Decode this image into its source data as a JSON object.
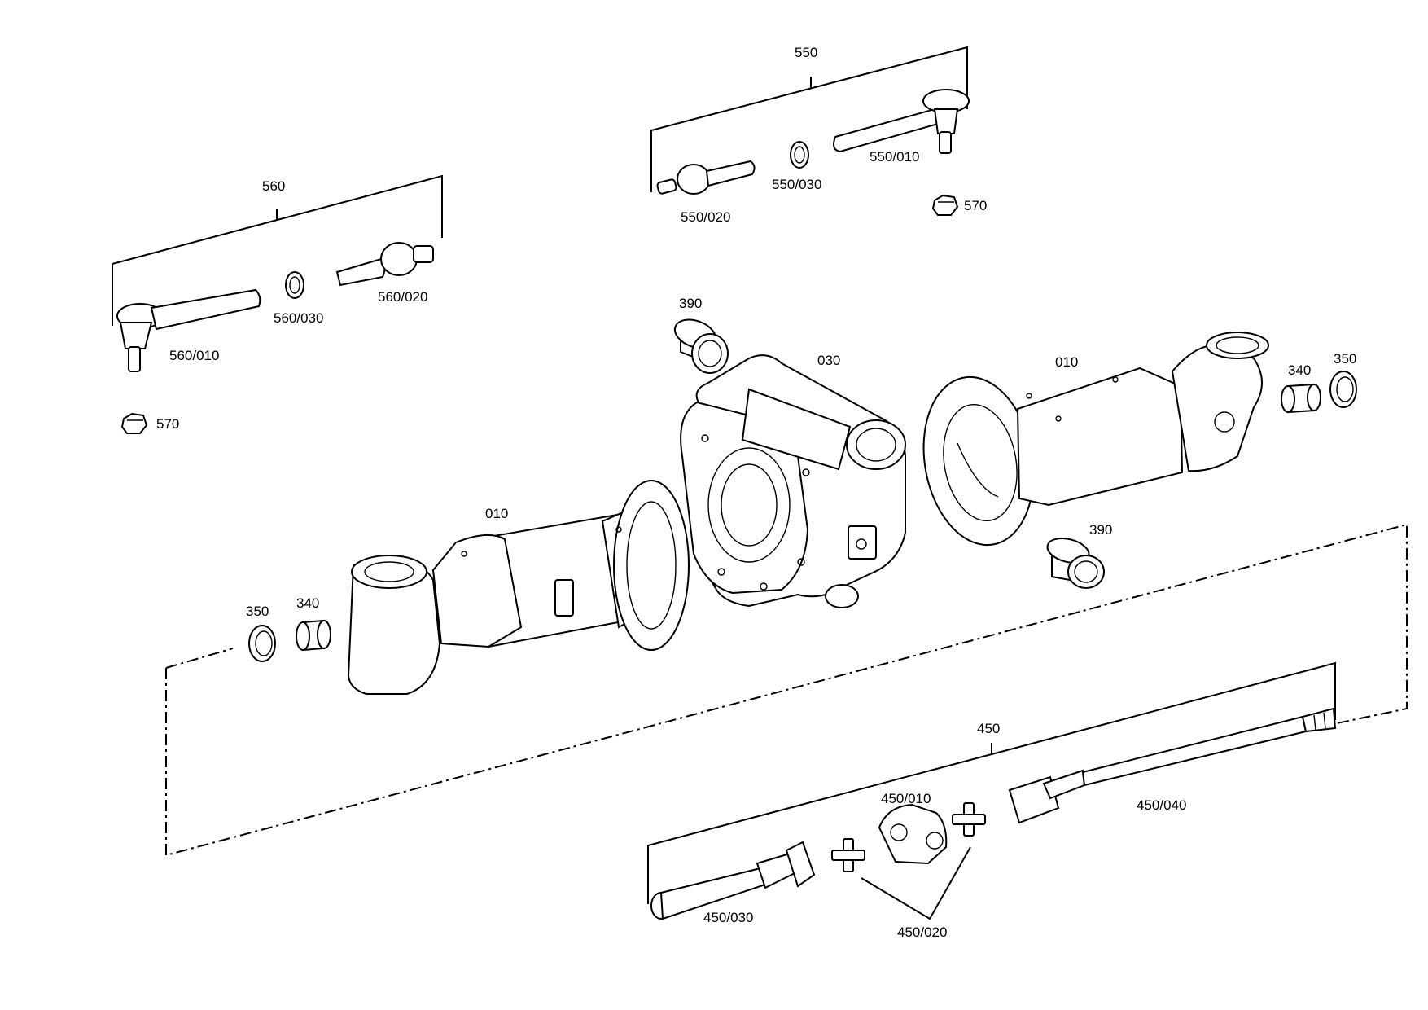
{
  "labels": {
    "p550": "550",
    "p550_010": "550/010",
    "p550_020": "550/020",
    "p550_030": "550/030",
    "p570_top": "570",
    "p560": "560",
    "p560_010": "560/010",
    "p560_020": "560/020",
    "p560_030": "560/030",
    "p570_left": "570",
    "p390_top": "390",
    "p030": "030",
    "p010_right": "010",
    "p340_right": "340",
    "p350_right": "350",
    "p390_mid": "390",
    "p010_left": "010",
    "p350_left": "350",
    "p340_left": "340",
    "p450": "450",
    "p450_010": "450/010",
    "p450_040": "450/040",
    "p450_030": "450/030",
    "p450_020": "450/020"
  }
}
